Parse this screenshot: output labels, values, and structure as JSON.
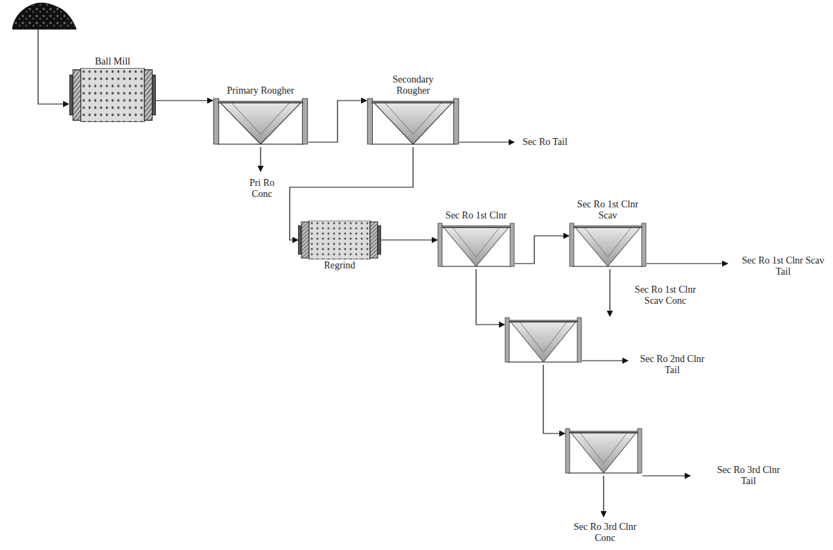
{
  "diagram": {
    "nodes": [
      {
        "text": [
          "Ball Mill"
        ]
      },
      {
        "text": [
          "Primary Rougher"
        ]
      },
      {
        "text": [
          "Secondary Rougher"
        ]
      },
      {
        "text": [
          "Regrind"
        ]
      },
      {
        "text": [
          "Sec Ro 1st Clnr"
        ]
      },
      {
        "text": [
          "Sec Ro 1st Clnr Scav"
        ]
      }
    ],
    "edges": [
      {
        "from": 0,
        "to": 1,
        "arrow": "to"
      },
      {
        "from": 1,
        "to": 2,
        "arrow": "to"
      },
      {
        "from": 2,
        "to": 3,
        "arrow": "to"
      },
      {
        "from": 3,
        "to": 4,
        "arrow": "to"
      },
      {
        "from": 4,
        "to": 5,
        "arrow": "to"
      }
    ],
    "labels": [
      "Pri Ro Conc",
      "Sec Ro Tail",
      "Sec Ro 1st Clnr Scav Tail",
      "Sec Ro 1st Clnr Scav Conc",
      "Sec Ro 2nd Clnr Tail",
      "Sec Ro 3rd Clnr Tail",
      "Sec Ro 3rd Clnr Conc"
    ]
  }
}
